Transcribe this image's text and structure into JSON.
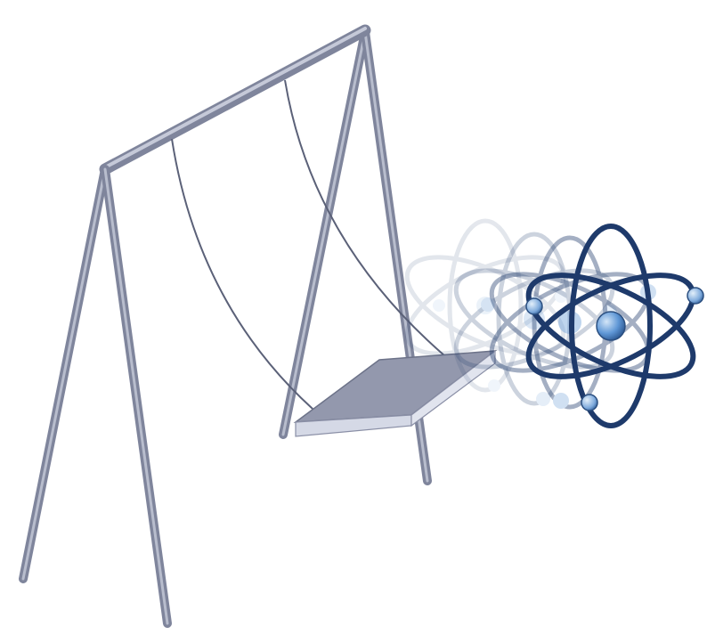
{
  "illustration": {
    "subject": "swing-set-with-atom",
    "frame_color": "#8d93ab",
    "frame_light": "#b7bccd",
    "rope_color": "#5b6178",
    "seat_top_color": "#9398ad",
    "seat_side_color": "#d5d9e6",
    "atom_color": "#1e3a6b",
    "atom_fade_color": "#6f86b3",
    "electron_fill": "#8bb3e0",
    "nucleus_fill": "#5f97d6"
  },
  "atom_trail": [
    {
      "opacity": 0.12
    },
    {
      "opacity": 0.22
    },
    {
      "opacity": 0.4
    },
    {
      "opacity": 1.0
    }
  ]
}
